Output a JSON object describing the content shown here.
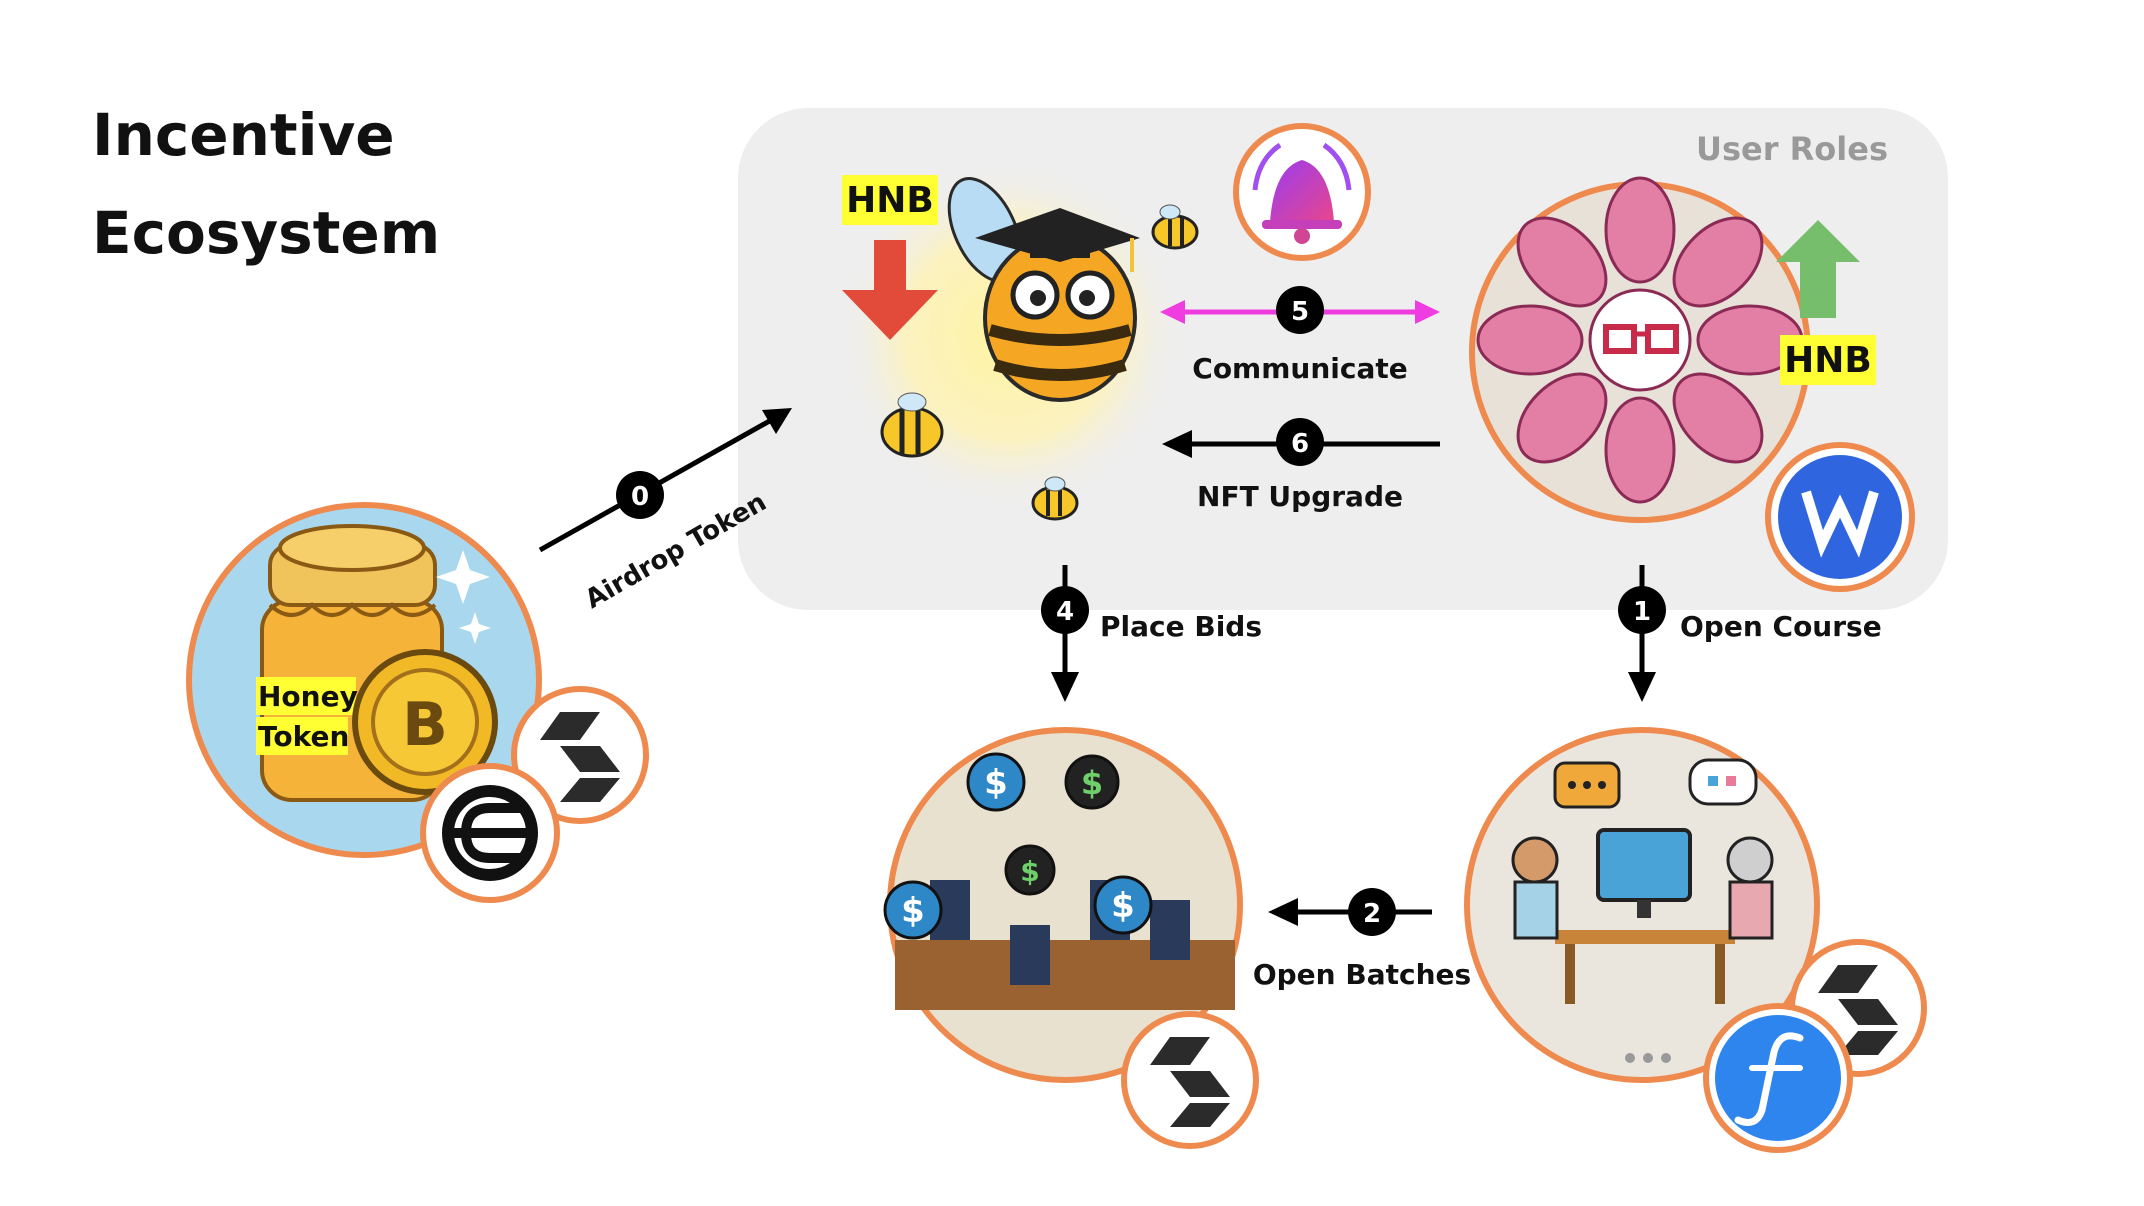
{
  "title": {
    "line1": "Incentive",
    "line2": "Ecosystem"
  },
  "user_roles_label": "User Roles",
  "steps": [
    {
      "num": "0",
      "label": "Airdrop Token"
    },
    {
      "num": "1",
      "label": "Open Course"
    },
    {
      "num": "2",
      "label": "Open Batches"
    },
    {
      "num": "4",
      "label": "Place Bids"
    },
    {
      "num": "5",
      "label": "Communicate"
    },
    {
      "num": "6",
      "label": "NFT Upgrade"
    }
  ],
  "hnb_left": "HNB",
  "hnb_right": "HNB",
  "honey_jar": {
    "line1": "Honey",
    "line2": "Token"
  },
  "colors": {
    "node_border": "#ee8a4e",
    "panel_bg": "#eeeeee",
    "highlight": "#ffff33",
    "arrow_down": "#e24a3a",
    "arrow_up": "#76bd6c",
    "communicate_arrow": "#ef3ce0",
    "worldcoin_blue": "#2f66e0",
    "filecoin_blue": "#2f85ee",
    "bell_purple": "#a150ef"
  },
  "icons": [
    "bell-icon",
    "solana-icon",
    "worldcoin-icon",
    "filecoin-icon",
    "w-logo-icon",
    "bitcoin-icon"
  ]
}
